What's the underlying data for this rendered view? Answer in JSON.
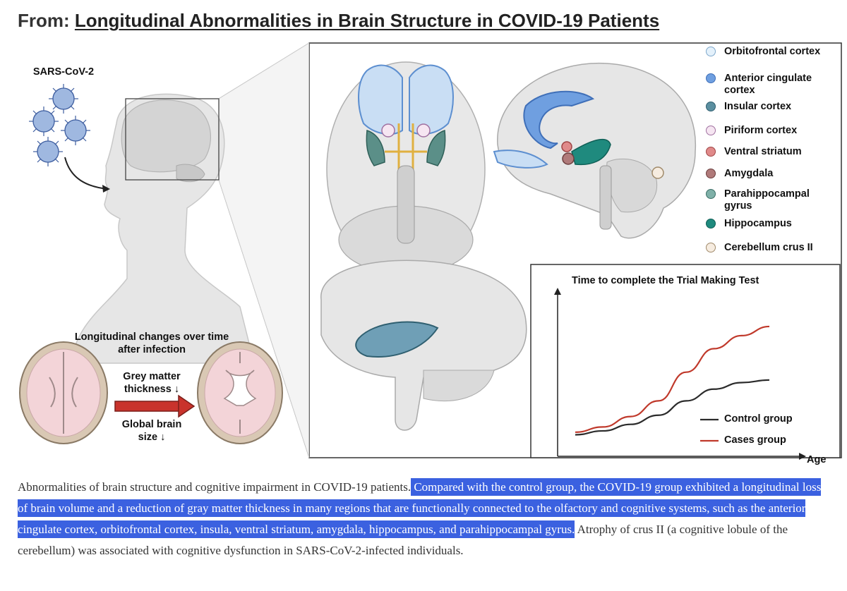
{
  "header": {
    "prefix": "From:",
    "article_title": "Longitudinal Abnormalities in Brain Structure in COVID-19 Patients"
  },
  "figure": {
    "virus_label": "SARS-CoV-2",
    "longitudinal_title": "Longitudinal changes over time after infection",
    "grey_matter": "Grey matter thickness ↓",
    "brain_size": "Global brain size ↓",
    "legend": [
      {
        "label": "Orbitofrontal cortex",
        "fill": "#e4f1fb",
        "stroke": "#7fa8cc"
      },
      {
        "label": "Anterior cingulate cortex",
        "fill": "#6f9fe0",
        "stroke": "#3f6fb8"
      },
      {
        "label": "Insular cortex",
        "fill": "#5b8fa0",
        "stroke": "#2f5f70"
      },
      {
        "label": "Piriform cortex",
        "fill": "#f6e6f2",
        "stroke": "#a070a0"
      },
      {
        "label": "Ventral striatum",
        "fill": "#e08a8a",
        "stroke": "#a04545"
      },
      {
        "label": "Amygdala",
        "fill": "#b07a7a",
        "stroke": "#6d3f3f"
      },
      {
        "label": "Parahippocampal gyrus",
        "fill": "#7fb0a8",
        "stroke": "#3d7068"
      },
      {
        "label": "Hippocampus",
        "fill": "#1f8a7e",
        "stroke": "#0f5f56"
      },
      {
        "label": "Cerebellum crus II",
        "fill": "#f6ece0",
        "stroke": "#a08a6a"
      }
    ],
    "colors": {
      "control": "#2b2b2b",
      "cases": "#c0392b",
      "highlight": "#3b61e0"
    }
  },
  "chart_data": {
    "type": "line",
    "title": "Time to complete the Trial Making Test",
    "xlabel": "Age",
    "ylabel": "",
    "series": [
      {
        "name": "Control group",
        "values": [
          0.1,
          0.13,
          0.18,
          0.25,
          0.36,
          0.45,
          0.5,
          0.52
        ]
      },
      {
        "name": "Cases group",
        "values": [
          0.12,
          0.16,
          0.24,
          0.36,
          0.58,
          0.76,
          0.86,
          0.93
        ]
      }
    ],
    "legend_position": "bottom-right",
    "grid": false
  },
  "caption": {
    "part1": "Abnormalities of brain structure and cognitive impairment in COVID-19 patients.",
    "highlighted": " Compared with the control group, the COVID-19 group exhibited a longitudinal loss of brain volume and a reduction of gray matter thickness in many regions that are functionally connected to the olfactory and cognitive systems, such as the anterior cingulate cortex, orbitofrontal cortex, insula, ventral striatum, amygdala, hippocampus, and parahippocampal gyrus.",
    "part2": " Atrophy of crus II (a cognitive lobule of the cerebellum) was associated with cognitive dysfunction in SARS-CoV-2-infected individuals."
  }
}
